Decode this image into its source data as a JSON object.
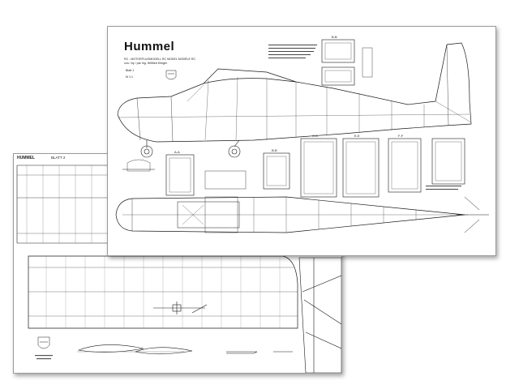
{
  "sheet_back": {
    "title": "HUMMEL",
    "subtitle": "BLATT 2"
  },
  "sheet_front": {
    "title": "Hummel",
    "subtitle_line1": "RC - MOTORFLUGMODELL   RC MODEL   MODÈLE RC",
    "subtitle_line2": "von / by / par  Ing. Wilfried Klinger",
    "sheet_label": "Blatt 1",
    "scale_label": "M 1:1",
    "section_labels": [
      "B-B",
      "C-C",
      "E-E",
      "F-F",
      "A-A",
      "B-B"
    ]
  },
  "colors": {
    "paper": "#ffffff",
    "ink": "#1a1a1a",
    "shadow": "#9a9a9a"
  }
}
